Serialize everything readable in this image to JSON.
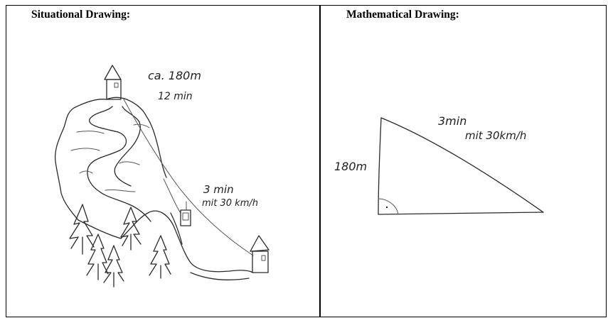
{
  "panels": {
    "situational": {
      "heading": "Situational Drawing:",
      "note_height": "ca. 180m",
      "note_time_walk": "12 min",
      "note_cable_time": "3 min",
      "note_cable_speed": "mit 30 km/h"
    },
    "mathematical": {
      "heading": "Mathematical Drawing:",
      "label_height": "180m",
      "label_time": "3min",
      "label_speed": "mit 30km/h"
    }
  }
}
